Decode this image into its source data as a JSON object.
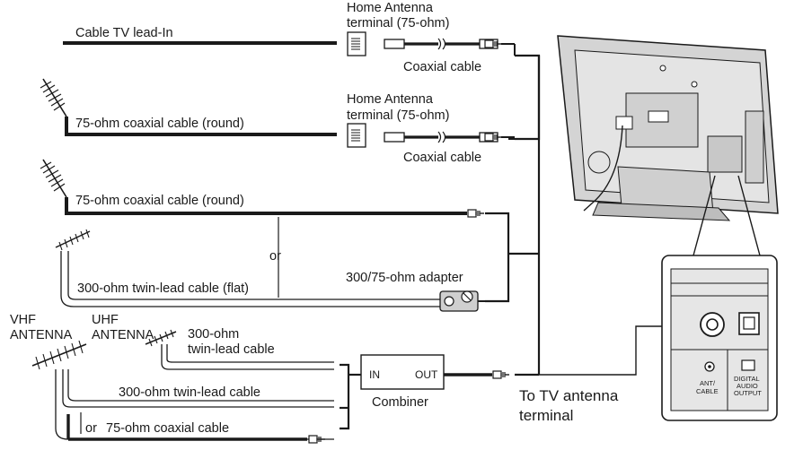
{
  "labels": {
    "cable_tv_lead_in": "Cable TV lead-In",
    "home_antenna_terminal_1_line1": "Home Antenna",
    "home_antenna_terminal_1_line2": "terminal (75-ohm)",
    "coaxial_cable_1": "Coaxial cable",
    "coax_round_1": "75-ohm coaxial cable (round)",
    "home_antenna_terminal_2_line1": "Home Antenna",
    "home_antenna_terminal_2_line2": "terminal (75-ohm)",
    "coaxial_cable_2": "Coaxial cable",
    "coax_round_2": "75-ohm coaxial cable (round)",
    "or_1": "or",
    "adapter": "300/75-ohm adapter",
    "twin_lead_flat": "300-ohm twin-lead cable (flat)",
    "vhf_line1": "VHF",
    "vhf_line2": "ANTENNA",
    "uhf_line1": "UHF",
    "uhf_line2": "ANTENNA",
    "uhf_twin_line1": "300-ohm",
    "uhf_twin_line2": "twin-lead cable",
    "combiner_in": "IN",
    "combiner_out": "OUT",
    "combiner": "Combiner",
    "vhf_twin": "300-ohm twin-lead cable",
    "or_2": "or",
    "vhf_coax": "75-ohm coaxial cable",
    "to_tv_line1": "To TV antenna",
    "to_tv_line2": "terminal",
    "port_ant_line1": "ANT/",
    "port_ant_line2": "CABLE",
    "port_digital_line1": "DIGITAL",
    "port_digital_line2": "AUDIO",
    "port_digital_line3": "OUTPUT"
  },
  "icons": [
    "tv-antenna-icon",
    "wall-terminal-icon",
    "coax-connector-icon",
    "adapter-icon",
    "combiner-icon",
    "tv-rear-icon"
  ],
  "colors": {
    "line": "#1a1a1a",
    "cable_fill": "#f2f2f2",
    "panel": "#e6e6e6",
    "tv_body": "#d4d4d4"
  }
}
